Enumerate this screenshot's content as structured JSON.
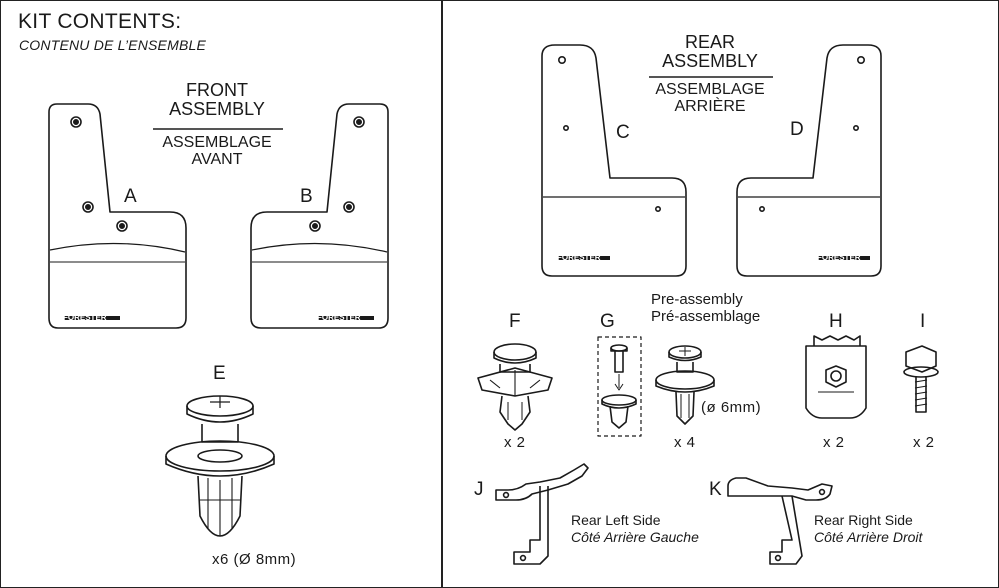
{
  "kit": {
    "title": "KIT CONTENTS:",
    "subtitle": "CONTENU DE L’ENSEMBLE"
  },
  "front": {
    "line1": "FRONT",
    "line2": "ASSEMBLY",
    "fr1": "ASSEMBLAGE",
    "fr2": "AVANT"
  },
  "rear": {
    "line1": "REAR",
    "line2": "ASSEMBLY",
    "fr1": "ASSEMBLAGE",
    "fr2": "ARRIÈRE"
  },
  "brand": "FORESTER",
  "parts": {
    "A": {
      "letter": "A"
    },
    "B": {
      "letter": "B"
    },
    "C": {
      "letter": "C"
    },
    "D": {
      "letter": "D"
    },
    "E": {
      "letter": "E",
      "qty": "x6 (Ø 8mm)"
    },
    "F": {
      "letter": "F",
      "qty": "x 2"
    },
    "G": {
      "letter": "G",
      "qty": "x 4",
      "size": "(ø 6mm)",
      "pre1": "Pre-assembly",
      "pre2": "Pré-assemblage"
    },
    "H": {
      "letter": "H",
      "qty": "x 2"
    },
    "I": {
      "letter": "I",
      "qty": "x 2"
    },
    "J": {
      "letter": "J",
      "en": "Rear Left Side",
      "fr": "Côté Arrière Gauche"
    },
    "K": {
      "letter": "K",
      "en": "Rear Right Side",
      "fr": "Côté Arrière Droit"
    }
  }
}
